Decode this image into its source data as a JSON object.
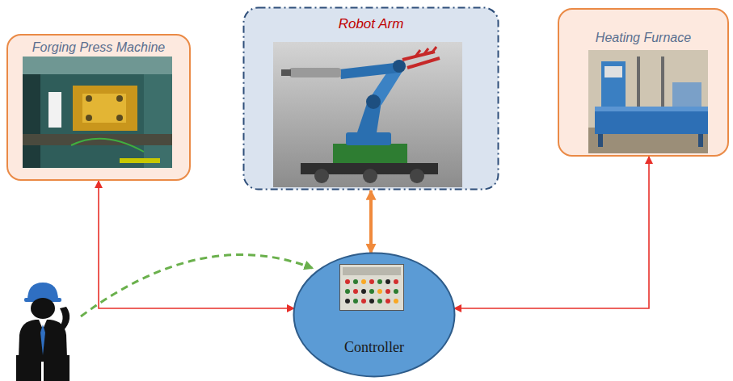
{
  "diagram": {
    "nodes": [
      {
        "text": [
          "Forging Press Machine"
        ]
      },
      {
        "text": [
          "Robot Arm"
        ]
      },
      {
        "text": [
          "Heating Furnace"
        ]
      },
      {
        "text": [
          "Controller"
        ]
      }
    ],
    "edges": [
      {
        "from": 0,
        "to": 3,
        "arrow": "both"
      },
      {
        "from": 1,
        "to": 3,
        "arrow": "both"
      },
      {
        "from": 2,
        "to": 3,
        "arrow": "both"
      }
    ]
  }
}
